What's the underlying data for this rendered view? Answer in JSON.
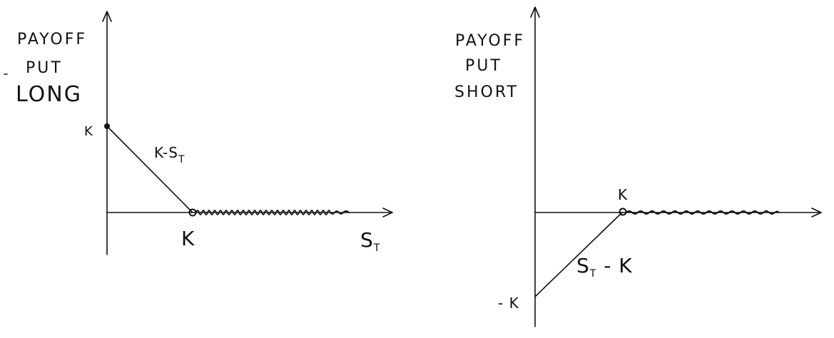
{
  "left_diagram": {
    "title_lines": [
      "PAYOFF",
      "PUT",
      "LONG"
    ],
    "y_intercept_label": "K",
    "segment_label": "K-S",
    "segment_label_sub": "T",
    "strike_label": "K",
    "x_axis_label": "S",
    "x_axis_label_sub": "T"
  },
  "right_diagram": {
    "title_lines": [
      "PAYOFF",
      "PUT",
      "SHORT"
    ],
    "strike_label": "K",
    "segment_label": "S",
    "segment_label_sub": "T",
    "segment_label_tail": " - K",
    "y_intercept_label": "- K"
  },
  "colors": {
    "ink": "#111111",
    "background": "#ffffff"
  }
}
